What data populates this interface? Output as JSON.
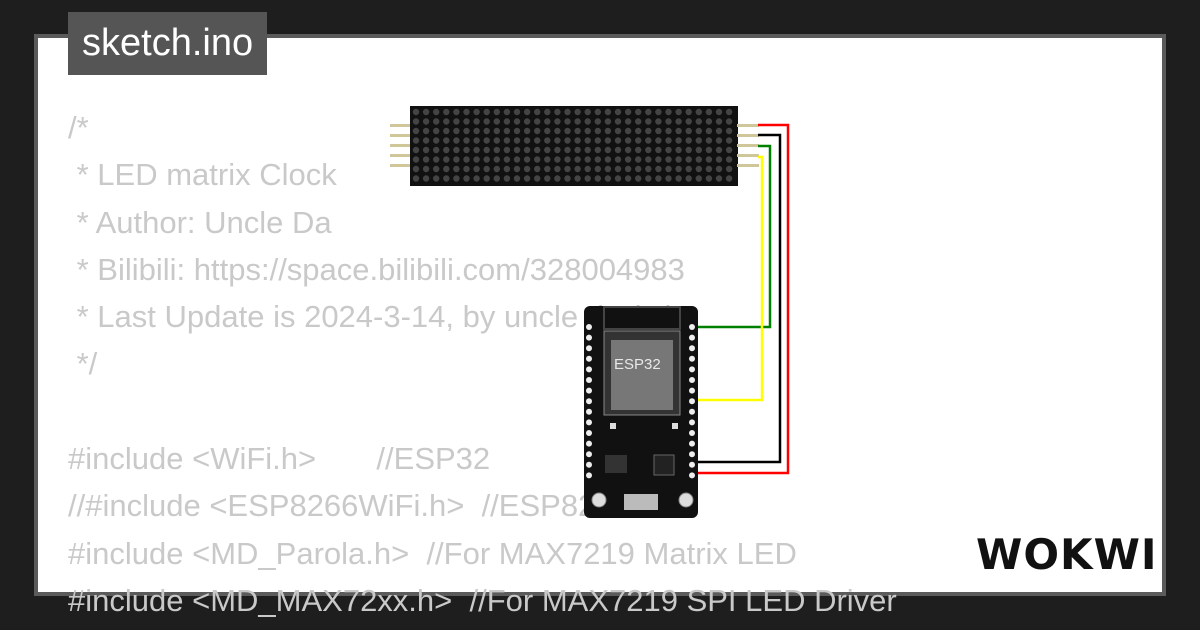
{
  "file_tab": {
    "label": "sketch.ino"
  },
  "code_lines": [
    "/*",
    " * LED matrix Clock",
    " * Author: Uncle Da",
    " * Bilibili: https://space.bilibili.com/328004983",
    " * Last Update is 2024-3-14, by uncle da (...)",
    " */",
    "",
    "#include <WiFi.h>       //ESP32",
    "//#include <ESP8266WiFi.h>  //ESP8266",
    "#include <MD_Parola.h>  //For MAX7219 Matrix LED",
    "#include <MD_MAX72xx.h>  //For MAX7219 SPI LED Driver"
  ],
  "board": {
    "chip_label": "ESP32"
  },
  "brand": {
    "logo": "WOKWI"
  },
  "colors": {
    "background": "#1e1e1e",
    "card": "#ffffff",
    "tab": "#555555",
    "code_text": "#c9c9c9",
    "matrix_body": "#111111",
    "board_body": "#111111",
    "wire_red": "#ff0000",
    "wire_black": "#000000",
    "wire_green": "#008000",
    "wire_yellow": "#ffff00"
  }
}
